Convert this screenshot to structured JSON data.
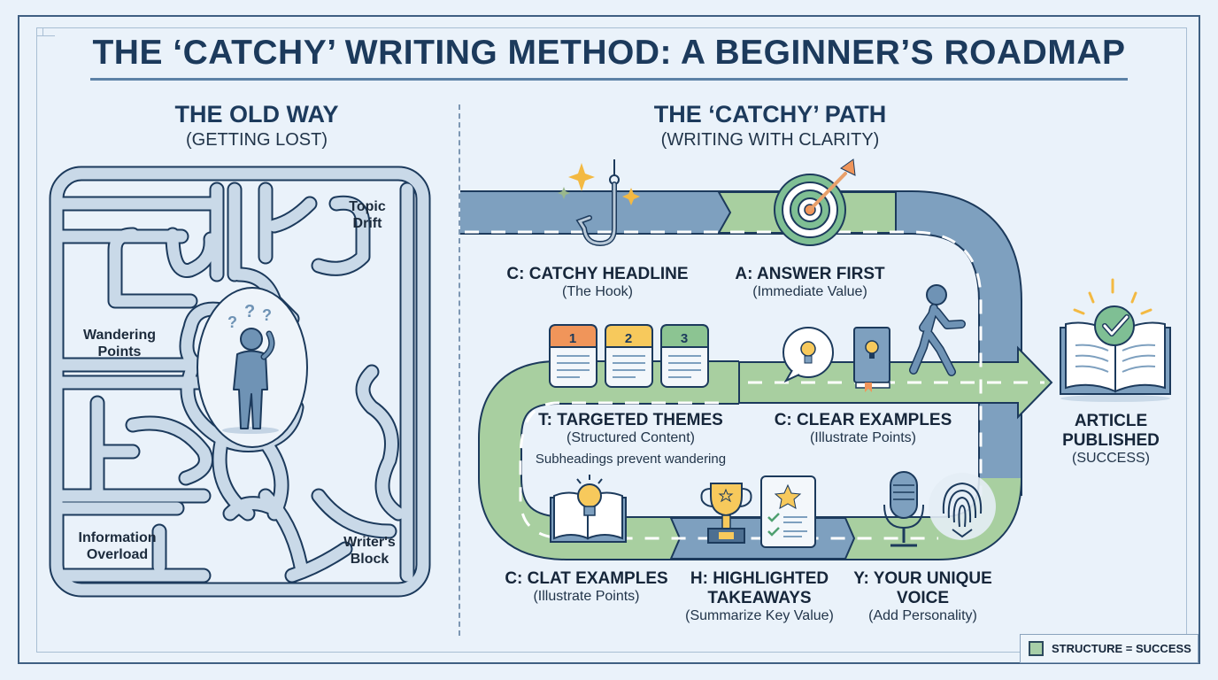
{
  "title": "THE ‘CATCHY’ WRITING METHOD: A BEGINNER’S ROADMAP",
  "colors": {
    "navy": "#1c3a5c",
    "road_blue": "#7ea0bf",
    "road_green": "#a8cfa0",
    "maze_fill": "#c9d9e8",
    "orange": "#f0955a",
    "yellow": "#f7c95c",
    "background": "#eaf2fa"
  },
  "old_way": {
    "heading": "THE OLD WAY",
    "subheading": "(GETTING LOST)",
    "maze_labels": [
      {
        "line1": "Topic",
        "line2": "Drift"
      },
      {
        "line1": "Wandering",
        "line2": "Points"
      },
      {
        "line1": "Information",
        "line2": "Overload"
      },
      {
        "line1": "Writer's",
        "line2": "Block"
      }
    ],
    "figure_marks": "? ? ?"
  },
  "catchy_path": {
    "heading": "THE ‘CATCHY’ PATH",
    "subheading": "(WRITING WITH CLARITY)",
    "steps": [
      {
        "title": "C: CATCHY HEADLINE",
        "desc": "(The Hook)",
        "icon": "fishing-hook-icon"
      },
      {
        "title": "A: ANSWER FIRST",
        "desc": "(Immediate Value)",
        "icon": "target-arrow-icon"
      },
      {
        "title": "T: TARGETED THEMES",
        "desc": "(Structured Content)",
        "note": "Subheadings prevent wandering",
        "icon": "numbered-cards-icon",
        "cards": [
          "1",
          "2",
          "3"
        ]
      },
      {
        "title": "C: CLEAR EXAMPLES",
        "desc": "(Illustrate Points)",
        "icon": "lightbulb-book-icon"
      },
      {
        "title": "C: CLAT EXAMPLES",
        "desc": "(Illustrate Points)",
        "icon": "open-book-lightbulb-icon"
      },
      {
        "title_line1": "H: HIGHLIGHTED",
        "title_line2": "TAKEAWAYS",
        "desc": "(Summarize Key Value)",
        "icon": "trophy-checklist-icon"
      },
      {
        "title_line1": "Y: YOUR UNIQUE",
        "title_line2": "VOICE",
        "desc": "(Add Personality)",
        "icon": "microphone-fingerprint-icon"
      }
    ],
    "result": {
      "line1": "ARTICLE",
      "line2": "PUBLISHED",
      "desc": "(SUCCESS)",
      "icon": "published-book-check-icon"
    }
  },
  "legend": {
    "label": "STRUCTURE = SUCCESS",
    "swatch_color": "#a8cfa8"
  }
}
